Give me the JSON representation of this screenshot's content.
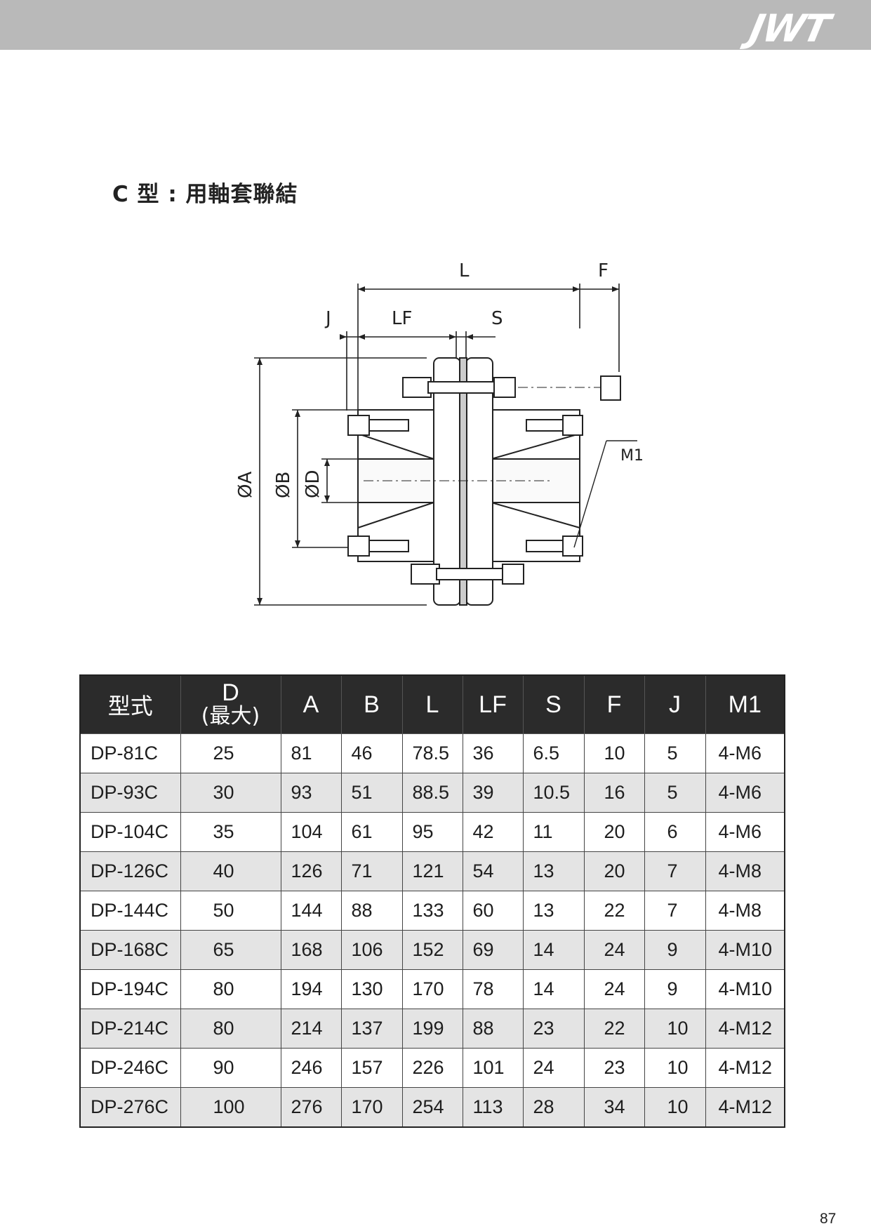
{
  "header": {
    "brand": "JWT"
  },
  "section_title": "C 型 : 用軸套聯結",
  "drawing": {
    "labels": {
      "L": "L",
      "F": "F",
      "J": "J",
      "LF": "LF",
      "S": "S",
      "M1": "M1",
      "A": "ØA",
      "B": "ØB",
      "D": "ØD"
    }
  },
  "table": {
    "headers": {
      "model": "型式",
      "d_top": "D",
      "d_bottom": "(最大)",
      "a": "A",
      "b": "B",
      "l": "L",
      "lf": "LF",
      "s": "S",
      "f": "F",
      "j": "J",
      "m1": "M1"
    },
    "rows": [
      {
        "model": "DP-81C",
        "d": "25",
        "a": "81",
        "b": "46",
        "l": "78.5",
        "lf": "36",
        "s": "6.5",
        "f": "10",
        "j": "5",
        "m1": "4-M6"
      },
      {
        "model": "DP-93C",
        "d": "30",
        "a": "93",
        "b": "51",
        "l": "88.5",
        "lf": "39",
        "s": "10.5",
        "f": "16",
        "j": "5",
        "m1": "4-M6"
      },
      {
        "model": "DP-104C",
        "d": "35",
        "a": "104",
        "b": "61",
        "l": "95",
        "lf": "42",
        "s": "11",
        "f": "20",
        "j": "6",
        "m1": "4-M6"
      },
      {
        "model": "DP-126C",
        "d": "40",
        "a": "126",
        "b": "71",
        "l": "121",
        "lf": "54",
        "s": "13",
        "f": "20",
        "j": "7",
        "m1": "4-M8"
      },
      {
        "model": "DP-144C",
        "d": "50",
        "a": "144",
        "b": "88",
        "l": "133",
        "lf": "60",
        "s": "13",
        "f": "22",
        "j": "7",
        "m1": "4-M8"
      },
      {
        "model": "DP-168C",
        "d": "65",
        "a": "168",
        "b": "106",
        "l": "152",
        "lf": "69",
        "s": "14",
        "f": "24",
        "j": "9",
        "m1": "4-M10"
      },
      {
        "model": "DP-194C",
        "d": "80",
        "a": "194",
        "b": "130",
        "l": "170",
        "lf": "78",
        "s": "14",
        "f": "24",
        "j": "9",
        "m1": "4-M10"
      },
      {
        "model": "DP-214C",
        "d": "80",
        "a": "214",
        "b": "137",
        "l": "199",
        "lf": "88",
        "s": "23",
        "f": "22",
        "j": "10",
        "m1": "4-M12"
      },
      {
        "model": "DP-246C",
        "d": "90",
        "a": "246",
        "b": "157",
        "l": "226",
        "lf": "101",
        "s": "24",
        "f": "23",
        "j": "10",
        "m1": "4-M12"
      },
      {
        "model": "DP-276C",
        "d": "100",
        "a": "276",
        "b": "170",
        "l": "254",
        "lf": "113",
        "s": "28",
        "f": "34",
        "j": "10",
        "m1": "4-M12"
      }
    ]
  },
  "page_number": "87"
}
